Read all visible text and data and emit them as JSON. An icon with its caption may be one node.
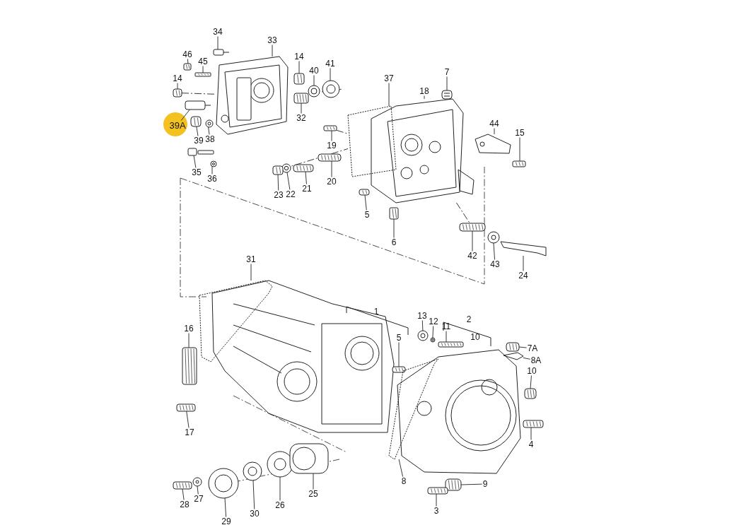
{
  "diagram": {
    "nodes": [
      {
        "text": [
          "34"
        ]
      },
      {
        "text": [
          "33"
        ]
      },
      {
        "text": [
          "46"
        ]
      },
      {
        "text": [
          "45"
        ]
      },
      {
        "text": [
          "14"
        ]
      },
      {
        "text": [
          "14"
        ]
      },
      {
        "text": [
          "40"
        ]
      },
      {
        "text": [
          "41"
        ]
      },
      {
        "text": [
          "32"
        ]
      },
      {
        "text": [
          "39A"
        ]
      },
      {
        "text": [
          "39"
        ]
      },
      {
        "text": [
          "38"
        ]
      },
      {
        "text": [
          "35"
        ]
      },
      {
        "text": [
          "36"
        ]
      },
      {
        "text": [
          "37"
        ]
      },
      {
        "text": [
          "18"
        ]
      },
      {
        "text": [
          "7"
        ]
      },
      {
        "text": [
          "44"
        ]
      },
      {
        "text": [
          "15"
        ]
      },
      {
        "text": [
          "19"
        ]
      },
      {
        "text": [
          "20"
        ]
      },
      {
        "text": [
          "21"
        ]
      },
      {
        "text": [
          "22"
        ]
      },
      {
        "text": [
          "23"
        ]
      },
      {
        "text": [
          "5"
        ]
      },
      {
        "text": [
          "6"
        ]
      },
      {
        "text": [
          "42"
        ]
      },
      {
        "text": [
          "43"
        ]
      },
      {
        "text": [
          "24"
        ]
      },
      {
        "text": [
          "31"
        ]
      },
      {
        "text": [
          "1"
        ]
      },
      {
        "text": [
          "13"
        ]
      },
      {
        "text": [
          "12"
        ]
      },
      {
        "text": [
          "11"
        ]
      },
      {
        "text": [
          "2"
        ]
      },
      {
        "text": [
          "10"
        ]
      },
      {
        "text": [
          "7A"
        ]
      },
      {
        "text": [
          "8A"
        ]
      },
      {
        "text": [
          "10"
        ]
      },
      {
        "text": [
          "16"
        ]
      },
      {
        "text": [
          "5"
        ]
      },
      {
        "text": [
          "17"
        ]
      },
      {
        "text": [
          "4"
        ]
      },
      {
        "text": [
          "8"
        ]
      },
      {
        "text": [
          "9"
        ]
      },
      {
        "text": [
          "3"
        ]
      },
      {
        "text": [
          "28"
        ]
      },
      {
        "text": [
          "27"
        ]
      },
      {
        "text": [
          "29"
        ]
      },
      {
        "text": [
          "30"
        ]
      },
      {
        "text": [
          "26"
        ]
      },
      {
        "text": [
          "25"
        ]
      },
      {
        "text": [],
        "shape": "picture"
      },
      {
        "text": [],
        "shape": "picture"
      },
      {
        "text": [],
        "shape": "picture"
      },
      {
        "text": [],
        "shape": "picture"
      },
      {
        "text": [],
        "shape": "picture"
      },
      {
        "text": [],
        "shape": "picture"
      },
      {
        "text": [],
        "shape": "picture"
      },
      {
        "text": [],
        "shape": "picture"
      },
      {
        "text": [],
        "shape": "picture"
      },
      {
        "text": [],
        "shape": "picture"
      },
      {
        "text": [],
        "shape": "picture"
      },
      {
        "text": [],
        "shape": "picture"
      },
      {
        "text": [],
        "shape": "picture"
      },
      {
        "text": [],
        "shape": "picture"
      },
      {
        "text": [],
        "shape": "picture"
      },
      {
        "text": [],
        "shape": "picture"
      },
      {
        "text": [],
        "shape": "picture"
      },
      {
        "text": [],
        "shape": "picture"
      },
      {
        "text": [],
        "shape": "picture"
      },
      {
        "text": [],
        "shape": "picture"
      },
      {
        "text": [],
        "shape": "picture"
      },
      {
        "text": [],
        "shape": "picture"
      },
      {
        "text": [],
        "shape": "picture"
      },
      {
        "text": [],
        "shape": "picture"
      },
      {
        "text": [],
        "shape": "picture"
      },
      {
        "text": [],
        "shape": "picture"
      },
      {
        "text": [],
        "shape": "picture"
      },
      {
        "text": [],
        "shape": "picture"
      },
      {
        "text": [],
        "shape": "picture"
      },
      {
        "text": [],
        "shape": "picture"
      },
      {
        "text": [],
        "shape": "picture"
      },
      {
        "text": [],
        "shape": "picture"
      },
      {
        "text": [],
        "shape": "picture"
      },
      {
        "text": [],
        "shape": "picture"
      },
      {
        "text": [],
        "shape": "picture"
      },
      {
        "text": [],
        "shape": "picture"
      },
      {
        "text": [],
        "shape": "picture"
      },
      {
        "text": [],
        "shape": "picture"
      },
      {
        "text": [],
        "shape": "picture"
      },
      {
        "text": [],
        "shape": "picture"
      },
      {
        "text": [],
        "shape": "picture"
      },
      {
        "text": [],
        "shape": "picture"
      },
      {
        "text": [],
        "shape": "picture"
      },
      {
        "text": [],
        "shape": "picture"
      },
      {
        "text": [],
        "shape": "picture"
      },
      {
        "text": [],
        "shape": "picture"
      },
      {
        "text": [],
        "shape": "picture"
      },
      {
        "text": [],
        "shape": "picture"
      },
      {
        "text": [],
        "shape": "picture"
      }
    ],
    "edges": [
      {
        "from": 0,
        "to": 52,
        "arrow": "none"
      },
      {
        "from": 1,
        "to": 53,
        "arrow": "none"
      },
      {
        "from": 2,
        "to": 54,
        "arrow": "none"
      },
      {
        "from": 3,
        "to": 55,
        "arrow": "none"
      },
      {
        "from": 4,
        "to": 56,
        "arrow": "none"
      },
      {
        "from": 5,
        "to": 57,
        "arrow": "none"
      },
      {
        "from": 6,
        "to": 58,
        "arrow": "none"
      },
      {
        "from": 7,
        "to": 59,
        "arrow": "none"
      },
      {
        "from": 8,
        "to": 60,
        "arrow": "none"
      },
      {
        "from": 9,
        "to": 61,
        "arrow": "none"
      },
      {
        "from": 10,
        "to": 62,
        "arrow": "none"
      },
      {
        "from": 11,
        "to": 63,
        "arrow": "none"
      },
      {
        "from": 12,
        "to": 64,
        "arrow": "none"
      },
      {
        "from": 13,
        "to": 65,
        "arrow": "none"
      },
      {
        "from": 14,
        "to": 66,
        "arrow": "none"
      },
      {
        "from": 15,
        "to": 67,
        "arrow": "none"
      },
      {
        "from": 16,
        "to": 68,
        "arrow": "none"
      },
      {
        "from": 17,
        "to": 69,
        "arrow": "none"
      },
      {
        "from": 18,
        "to": 70,
        "arrow": "none"
      },
      {
        "from": 19,
        "to": 71,
        "arrow": "none"
      },
      {
        "from": 20,
        "to": 72,
        "arrow": "none"
      },
      {
        "from": 21,
        "to": 73,
        "arrow": "none"
      },
      {
        "from": 22,
        "to": 74,
        "arrow": "none"
      },
      {
        "from": 23,
        "to": 75,
        "arrow": "none"
      },
      {
        "from": 24,
        "to": 76,
        "arrow": "none"
      },
      {
        "from": 25,
        "to": 77,
        "arrow": "none"
      },
      {
        "from": 26,
        "to": 78,
        "arrow": "none"
      },
      {
        "from": 27,
        "to": 79,
        "arrow": "none"
      },
      {
        "from": 28,
        "to": 80,
        "arrow": "none"
      },
      {
        "from": 29,
        "to": 81,
        "arrow": "none"
      },
      {
        "from": 31,
        "to": 82,
        "arrow": "none"
      },
      {
        "from": 32,
        "to": 83,
        "arrow": "none"
      },
      {
        "from": 33,
        "to": 84,
        "arrow": "none"
      },
      {
        "from": 36,
        "to": 85,
        "arrow": "none"
      },
      {
        "from": 37,
        "to": 86,
        "arrow": "none"
      },
      {
        "from": 38,
        "to": 87,
        "arrow": "none"
      },
      {
        "from": 39,
        "to": 88,
        "arrow": "none"
      },
      {
        "from": 40,
        "to": 89,
        "arrow": "none"
      },
      {
        "from": 41,
        "to": 90,
        "arrow": "none"
      },
      {
        "from": 42,
        "to": 91,
        "arrow": "none"
      },
      {
        "from": 43,
        "to": 92,
        "arrow": "none"
      },
      {
        "from": 44,
        "to": 93,
        "arrow": "none"
      },
      {
        "from": 45,
        "to": 94,
        "arrow": "none"
      },
      {
        "from": 46,
        "to": 95,
        "arrow": "none"
      },
      {
        "from": 47,
        "to": 96,
        "arrow": "none"
      },
      {
        "from": 48,
        "to": 97,
        "arrow": "none"
      },
      {
        "from": 49,
        "to": 98,
        "arrow": "none"
      },
      {
        "from": 50,
        "to": 99,
        "arrow": "none"
      },
      {
        "from": 51,
        "to": 100,
        "arrow": "none"
      },
      {
        "from": 75,
        "to": 66,
        "arrow": "none",
        "style": "dashed"
      },
      {
        "from": 71,
        "to": 66,
        "arrow": "none",
        "style": "dashed"
      },
      {
        "from": 67,
        "to": 78,
        "arrow": "none",
        "style": "dashed"
      },
      {
        "from": 56,
        "to": 53,
        "arrow": "none",
        "style": "dashed"
      }
    ]
  }
}
